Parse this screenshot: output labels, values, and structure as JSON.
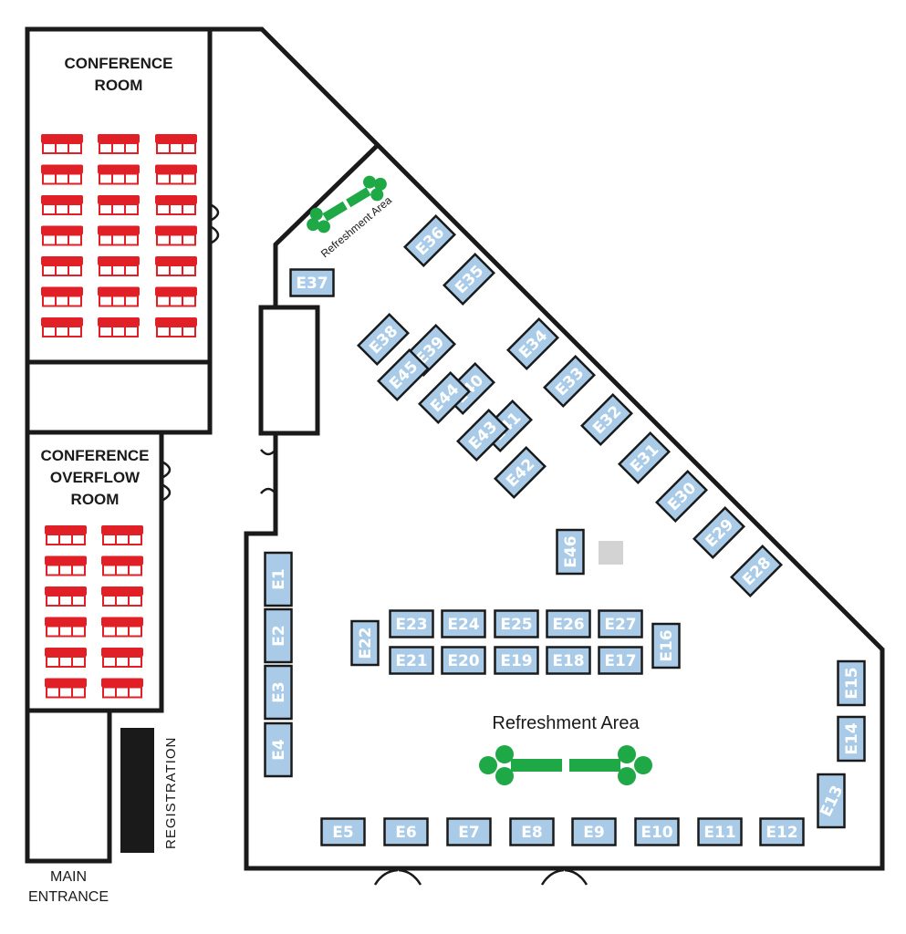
{
  "colors": {
    "booth_fill": "#a9cbe7",
    "booth_text": "#ffffff",
    "wall": "#1a1a1a",
    "seat": "#e01f26",
    "refreshment": "#1fa846",
    "registration_desk": "#1a1a1a",
    "pillar": "#d3d3d3"
  },
  "rooms": {
    "conference_room": [
      "CONFERENCE",
      "ROOM"
    ],
    "overflow_room": [
      "CONFERENCE",
      "OVERFLOW",
      "ROOM"
    ],
    "main_entrance": [
      "MAIN",
      "ENTRANCE"
    ],
    "registration": "REGISTRATION"
  },
  "refreshment_areas": {
    "main": "Refreshment Area",
    "north": "Refreshment Area"
  },
  "seating": {
    "conference_room": {
      "columns": 3,
      "rows": 7
    },
    "overflow_room": {
      "columns": 2,
      "rows": 6
    }
  },
  "booths": [
    "E1",
    "E2",
    "E3",
    "E4",
    "E5",
    "E6",
    "E7",
    "E8",
    "E9",
    "E10",
    "E11",
    "E12",
    "E13",
    "E14",
    "E15",
    "E16",
    "E17",
    "E18",
    "E19",
    "E20",
    "E21",
    "E22",
    "E23",
    "E24",
    "E25",
    "E26",
    "E27",
    "E28",
    "E29",
    "E30",
    "E31",
    "E32",
    "E33",
    "E34",
    "E35",
    "E36",
    "E37",
    "E38",
    "E39",
    "E40",
    "E41",
    "E42",
    "E43",
    "E44",
    "E45",
    "E46"
  ]
}
